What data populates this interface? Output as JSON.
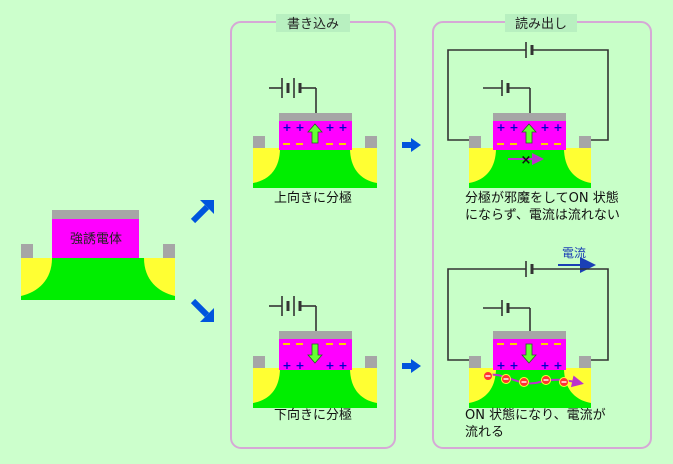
{
  "colors": {
    "background": "#ccffcc",
    "panel_fill": "#c8ffc8",
    "panel_border": "#d6a8d6",
    "panel_title_bg": "#b8f0c0",
    "ferroelectric": "#ff00ff",
    "electrode": "#a6a6a6",
    "channel": "#00ee00",
    "diffusion": "#ffff33",
    "polarization_arrow": "#66ff33",
    "plus_sign": "#0000cc",
    "minus_sign": "#ffcc00",
    "process_arrow": "#0055dd",
    "current_label": "#1b3fb5",
    "electron": "#ff3333",
    "electron_path": "#bb33cc"
  },
  "initial": {
    "ferro_label": "強誘電体"
  },
  "write_panel": {
    "title": "書き込み",
    "up_caption": "上向きに分極",
    "down_caption": "下向きに分極"
  },
  "read_panel": {
    "title": "読み出し",
    "top_caption_line1": "分極が邪魔をしてON 状態",
    "top_caption_line2": "にならず、電流は流れない",
    "block_mark": "×",
    "current_label": "電流",
    "bottom_caption_line1": "ON 状態になり、電流が",
    "bottom_caption_line2": "流れる"
  },
  "charges": {
    "plus": "+",
    "minus": "−"
  }
}
